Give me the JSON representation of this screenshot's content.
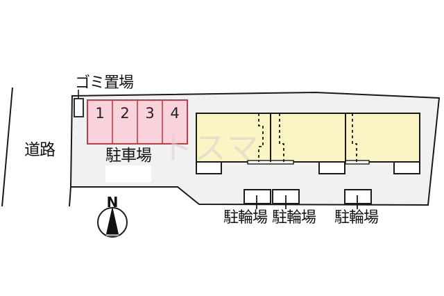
{
  "diagram": {
    "labels": {
      "garbage": "ゴミ置場",
      "road": "道路",
      "parking_lot": "駐車場",
      "bicycle_1": "駐輪場",
      "bicycle_2": "駐輪場",
      "bicycle_3": "駐輪場"
    },
    "compass": {
      "north": "N"
    },
    "parking_spaces": [
      "1",
      "2",
      "3",
      "4"
    ],
    "watermark": "トスマ",
    "colors": {
      "site_fill": "#f1f1f2",
      "building_fill": "#fbf4c5",
      "parking_fill": "#f8d3db",
      "parking_border": "#c03c48",
      "line": "#1a1a1a"
    }
  }
}
